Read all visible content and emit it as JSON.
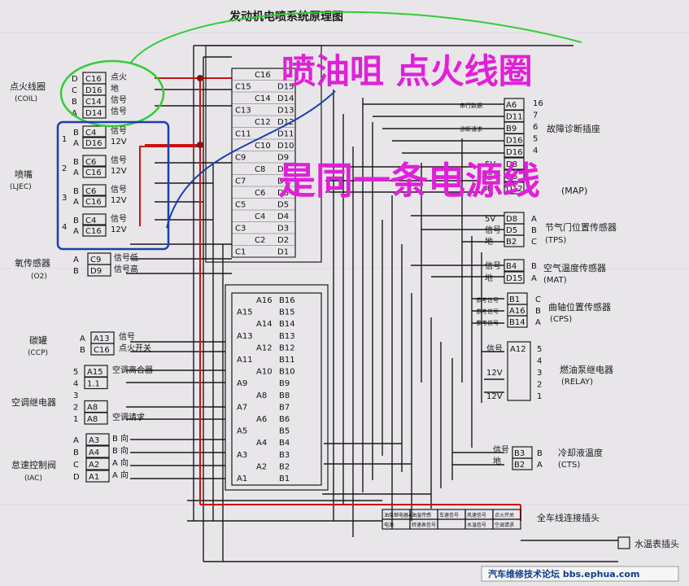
{
  "title": "发动机电喷系统原理图",
  "annotation": {
    "line1": "喷油咀  点火线圈",
    "line2": "是同一条电源线",
    "color": "#e020d8"
  },
  "watermark": "汽车维修技术论坛 bbs.ephua.com",
  "colors": {
    "power_line": "#cc1010",
    "green_circle": "#33cc33",
    "blue_box": "#1a3fb0"
  },
  "left_components": {
    "coil": {
      "name": "点火线圈",
      "code": "(COIL)",
      "pins": [
        {
          "letter": "D",
          "conn": "C16",
          "signal": "点火"
        },
        {
          "letter": "C",
          "conn": "D16",
          "signal": "地"
        },
        {
          "letter": "B",
          "conn": "C14",
          "signal": "信号"
        },
        {
          "letter": "A",
          "conn": "D14",
          "signal": "信号"
        }
      ]
    },
    "injector": {
      "name": "喷嘴",
      "code": "(LJEC)",
      "groups": [
        {
          "num": "1",
          "pins": [
            {
              "letter": "B",
              "conn": "C4",
              "signal": "信号"
            },
            {
              "letter": "A",
              "conn": "D16",
              "signal": "12V"
            }
          ]
        },
        {
          "num": "2",
          "pins": [
            {
              "letter": "B",
              "conn": "C6",
              "signal": "信号"
            },
            {
              "letter": "A",
              "conn": "C16",
              "signal": "12V"
            }
          ]
        },
        {
          "num": "3",
          "pins": [
            {
              "letter": "B",
              "conn": "C6",
              "signal": "信号"
            },
            {
              "letter": "A",
              "conn": "C16",
              "signal": "12V"
            }
          ]
        },
        {
          "num": "4",
          "pins": [
            {
              "letter": "B",
              "conn": "C4",
              "signal": "信号"
            },
            {
              "letter": "A",
              "conn": "C16",
              "signal": "12V"
            }
          ]
        }
      ]
    },
    "o2": {
      "name": "氧传感器",
      "code": "(O2)",
      "pins": [
        {
          "letter": "A",
          "conn": "C9",
          "signal": "信号低"
        },
        {
          "letter": "B",
          "conn": "D9",
          "signal": "信号高"
        }
      ]
    },
    "ccp": {
      "name": "碳罐",
      "code": "(CCP)",
      "pins": [
        {
          "letter": "A",
          "conn": "A13",
          "signal": "信号"
        },
        {
          "letter": "B",
          "conn": "C16",
          "signal": "点火开关"
        }
      ]
    },
    "ac": {
      "name": "空调继电器",
      "pins": [
        {
          "letter": "5",
          "conn": "A15",
          "signal": "空调离合器"
        },
        {
          "letter": "4",
          "conn": "1.1",
          "signal": ""
        },
        {
          "letter": "3",
          "conn": "",
          "signal": ""
        },
        {
          "letter": "2",
          "conn": "A8",
          "signal": ""
        },
        {
          "letter": "1",
          "conn": "A8",
          "signal": "空调请求"
        }
      ]
    },
    "iac": {
      "name": "怠速控制阀",
      "code": "(IAC)",
      "pins": [
        {
          "letter": "A",
          "conn": "A3",
          "signal": "B 向"
        },
        {
          "letter": "B",
          "conn": "A4",
          "signal": "B 向"
        },
        {
          "letter": "C",
          "conn": "A2",
          "signal": "A 向"
        },
        {
          "letter": "D",
          "conn": "A1",
          "signal": "A 向"
        }
      ]
    }
  },
  "ecu": {
    "cd_rows": [
      [
        "",
        "C16",
        ""
      ],
      [
        "C15",
        "",
        "D15"
      ],
      [
        "",
        "C14",
        "D14"
      ],
      [
        "C13",
        "",
        "D13"
      ],
      [
        "",
        "C12",
        "D12"
      ],
      [
        "C11",
        "",
        "D11"
      ],
      [
        "",
        "C10",
        "D10"
      ],
      [
        "C9",
        "",
        "D9"
      ],
      [
        "",
        "C8",
        "D8"
      ],
      [
        "C7",
        "",
        "D7"
      ],
      [
        "",
        "C6",
        "D6"
      ],
      [
        "C5",
        "",
        "D5"
      ],
      [
        "",
        "C4",
        "D4"
      ],
      [
        "C3",
        "",
        "D3"
      ],
      [
        "",
        "C2",
        "D2"
      ],
      [
        "C1",
        "",
        "D1"
      ]
    ],
    "ab_rows": [
      [
        "A16",
        "B16"
      ],
      [
        "A15",
        "B15"
      ],
      [
        "A14",
        "B14"
      ],
      [
        "A13",
        "B13"
      ],
      [
        "A12",
        "B12"
      ],
      [
        "A11",
        "B11"
      ],
      [
        "A10",
        "B10"
      ],
      [
        "A9",
        "B9"
      ],
      [
        "A8",
        "B8"
      ],
      [
        "A7",
        "B7"
      ],
      [
        "A6",
        "B6"
      ],
      [
        "A5",
        "B5"
      ],
      [
        "A4",
        "B4"
      ],
      [
        "A3",
        "B3"
      ],
      [
        "A2",
        "B2"
      ],
      [
        "A1",
        "B1"
      ]
    ]
  },
  "right_components": {
    "diag": {
      "name": "故障诊断插座",
      "pins": [
        {
          "label": "串行数据",
          "conn": "A6",
          "num": "16"
        },
        {
          "label": "",
          "conn": "D11",
          "num": "7"
        },
        {
          "label": "诊断请求",
          "conn": "B9",
          "num": "6"
        },
        {
          "label": "",
          "conn": "D16",
          "num": "5"
        },
        {
          "label": "",
          "conn": "D16",
          "num": "4"
        }
      ]
    },
    "map": {
      "name": "(MAP)",
      "pins": [
        {
          "label": "5V",
          "conn": "D8"
        },
        {
          "label": "信号",
          "conn": "D6"
        },
        {
          "label": "地",
          "conn": "D12"
        }
      ]
    },
    "tps": {
      "name": "节气门位置传感器",
      "code": "(TPS)",
      "pins": [
        {
          "label": "5V",
          "conn": "D8",
          "letter": "A"
        },
        {
          "label": "信号",
          "conn": "D5",
          "letter": "B"
        },
        {
          "label": "地",
          "conn": "B2",
          "letter": "C"
        }
      ]
    },
    "mat": {
      "name": "空气温度传感器",
      "code": "(MAT)",
      "pins": [
        {
          "label": "信号",
          "conn": "B4",
          "letter": "B"
        },
        {
          "label": "地",
          "conn": "D15",
          "letter": "A"
        }
      ]
    },
    "cps": {
      "name": "曲轴位置传感器",
      "code": "(CPS)",
      "pins": [
        {
          "label": "参考信号",
          "conn": "B1",
          "letter": "C"
        },
        {
          "label": "参考信号",
          "conn": "A16",
          "letter": "B"
        },
        {
          "label": "参考信号",
          "conn": "B14",
          "letter": "A"
        }
      ]
    },
    "relay": {
      "name": "燃油泵继电器",
      "code": "(RELAY)",
      "pins": [
        {
          "label": "信号",
          "conn": "A12",
          "num": "5"
        },
        {
          "label": "",
          "conn": "",
          "num": "4"
        },
        {
          "label": "12V",
          "conn": "",
          "num": "3"
        },
        {
          "label": "",
          "conn": "",
          "num": "2"
        },
        {
          "label": "12V",
          "conn": "",
          "num": "1"
        }
      ]
    },
    "cts": {
      "name": "冷却液温度",
      "code": "(CTS)",
      "pins": [
        {
          "label": "信号",
          "conn": "B3",
          "letter": "B"
        },
        {
          "label": "地",
          "conn": "B2",
          "letter": "A"
        }
      ]
    }
  },
  "bottom": {
    "harness": {
      "name": "全车线连接插头",
      "top": [
        "油泵继电器4",
        "油温传感",
        "车速信号",
        "风速信号",
        "点火开关"
      ],
      "bottom": [
        "电源",
        "转速表信号",
        "",
        "水温信号",
        "空调请求"
      ]
    },
    "water_gauge": "水温表插头"
  }
}
